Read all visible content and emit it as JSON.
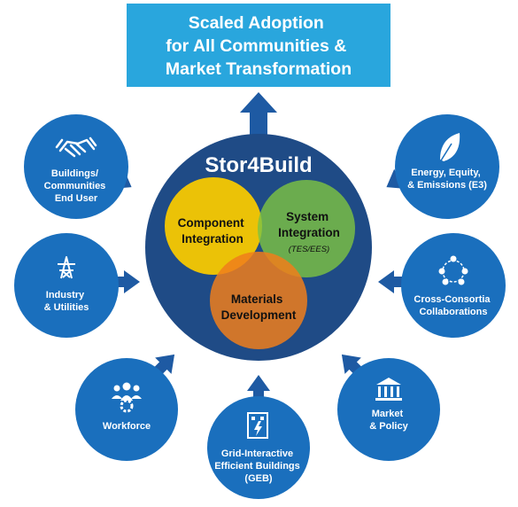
{
  "top_box": {
    "lines": [
      "Scaled Adoption",
      "for All Communities &",
      "Market Transformation"
    ]
  },
  "center": {
    "title": "Stor4Build",
    "component": {
      "lines": [
        "Component",
        "Integration"
      ]
    },
    "system": {
      "lines": [
        "System",
        "Integration"
      ],
      "sub": "(TES/EES)"
    },
    "materials": {
      "lines": [
        "Materials",
        "Development"
      ]
    }
  },
  "satellites": {
    "buildings": {
      "lines": [
        "Buildings/",
        "Communities",
        "End User"
      ],
      "icon": "handshake-icon"
    },
    "industry": {
      "lines": [
        "Industry",
        "& Utilities"
      ],
      "icon": "power-tower-icon"
    },
    "workforce": {
      "lines": [
        "Workforce"
      ],
      "icon": "team-gear-icon"
    },
    "geb": {
      "lines": [
        "Grid-Interactive",
        "Efficient Buildings",
        "(GEB)"
      ],
      "icon": "building-bolt-icon"
    },
    "market": {
      "lines": [
        "Market",
        "& Policy"
      ],
      "icon": "bank-icon"
    },
    "consortia": {
      "lines": [
        "Cross-Consortia",
        "Collaborations"
      ],
      "icon": "network-people-icon"
    },
    "energy": {
      "lines": [
        "Energy, Equity,",
        "& Emissions (E3)"
      ],
      "icon": "leaf-icon"
    }
  },
  "colors": {
    "top_box": "#29a6dd",
    "navy": "#1f4b86",
    "satellite": "#1a6fbd",
    "arrow": "#1e5aa3",
    "yellow": "#f7c800",
    "green": "#7cc242",
    "orange": "#f07e1b"
  }
}
